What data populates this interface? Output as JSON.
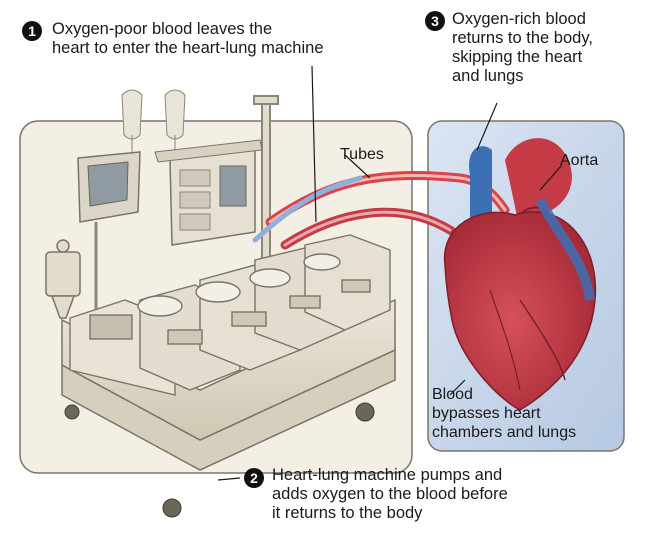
{
  "callouts": [
    {
      "number": "1",
      "lines": [
        "Oxygen-poor blood leaves the",
        "heart to enter the heart-lung machine"
      ]
    },
    {
      "number": "2",
      "lines": [
        "Heart-lung machine pumps and",
        "adds oxygen to the blood before",
        "it returns to the body"
      ]
    },
    {
      "number": "3",
      "lines": [
        "Oxygen-rich blood",
        "returns to the body,",
        "skipping the heart",
        "and lungs"
      ]
    }
  ],
  "labels": {
    "tubes": "Tubes",
    "aorta": "Aorta",
    "blood": [
      "Blood",
      "bypasses heart",
      "chambers and lungs"
    ]
  },
  "colors": {
    "panel_bg": "#f2ece0",
    "heart_panel_bg": "#c9d8ec",
    "machine": "#ddd6c6",
    "machine_shadow": "#b9b09c",
    "heart_red": "#c43a45",
    "heart_dark": "#9b2531",
    "vein_blue": "#3d6fb5",
    "tube_red": "#d9434b",
    "tube_blue": "#7b9bd0"
  }
}
